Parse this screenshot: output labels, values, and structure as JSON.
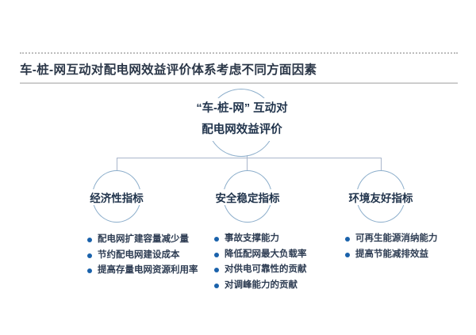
{
  "page": {
    "title": "车-桩-网互动对配电网效益评价体系考虑不同方面因素"
  },
  "diagram": {
    "root": {
      "label_line1": "“车-桩-网” 互动对",
      "label_line2": "配电网效益评价"
    },
    "branches": [
      {
        "label": "经济性指标",
        "items": [
          "配电网扩建容量减少量",
          "节约配电网建设成本",
          "提高存量电网资源利用率"
        ]
      },
      {
        "label": "安全稳定指标",
        "items": [
          "事故支撑能力",
          "降低配网最大负载率",
          "对供电可靠性的贡献",
          "对调峰能力的贡献"
        ]
      },
      {
        "label": "环境友好指标",
        "items": [
          "可再生能源消纳能力",
          "提高节能减排效益"
        ]
      }
    ],
    "colors": {
      "title_text": "#2b3748",
      "node_text": "#22354d",
      "bullet_text": "#2e3d53",
      "bullet_dot": "#1a62ab",
      "circle_stroke": "#8caecb",
      "connector": "#a9b6cb",
      "rule": "#cdcdcd"
    }
  }
}
